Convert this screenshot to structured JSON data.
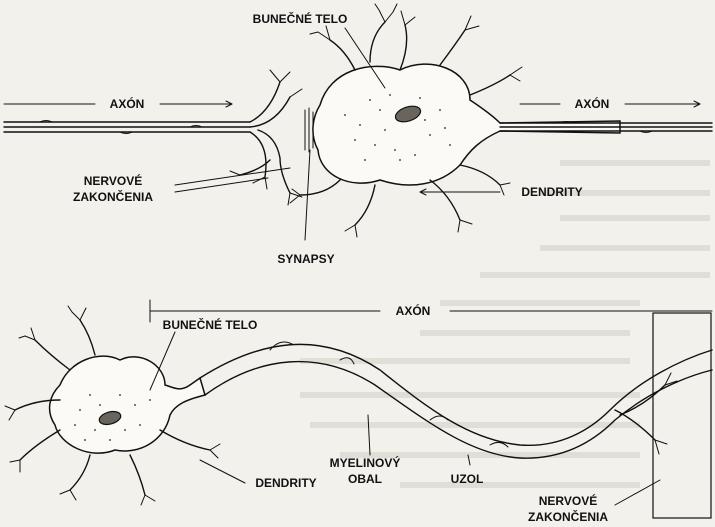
{
  "labels": {
    "top": {
      "cell_body": "BUNEČNÉ TELO",
      "axon_left": "AXÓN",
      "axon_right": "AXÓN",
      "nerve_endings": [
        "NERVOVÉ",
        "ZAKONČENIA"
      ],
      "dendrites": "DENDRITY",
      "synapses": "SYNAPSY"
    },
    "bottom": {
      "axon": "AXÓN",
      "cell_body": "BUNEČNÉ TELO",
      "myelin": [
        "MYELINOVÝ",
        "OBAL"
      ],
      "node": "UZOL",
      "dendrites": "DENDRITY",
      "nerve_endings": [
        "NERVOVÉ",
        "ZAKONČENIA"
      ]
    }
  },
  "colors": {
    "ink": "#111111",
    "paper": "#f3f1ec",
    "bleed_text": "#b9b5ad"
  }
}
